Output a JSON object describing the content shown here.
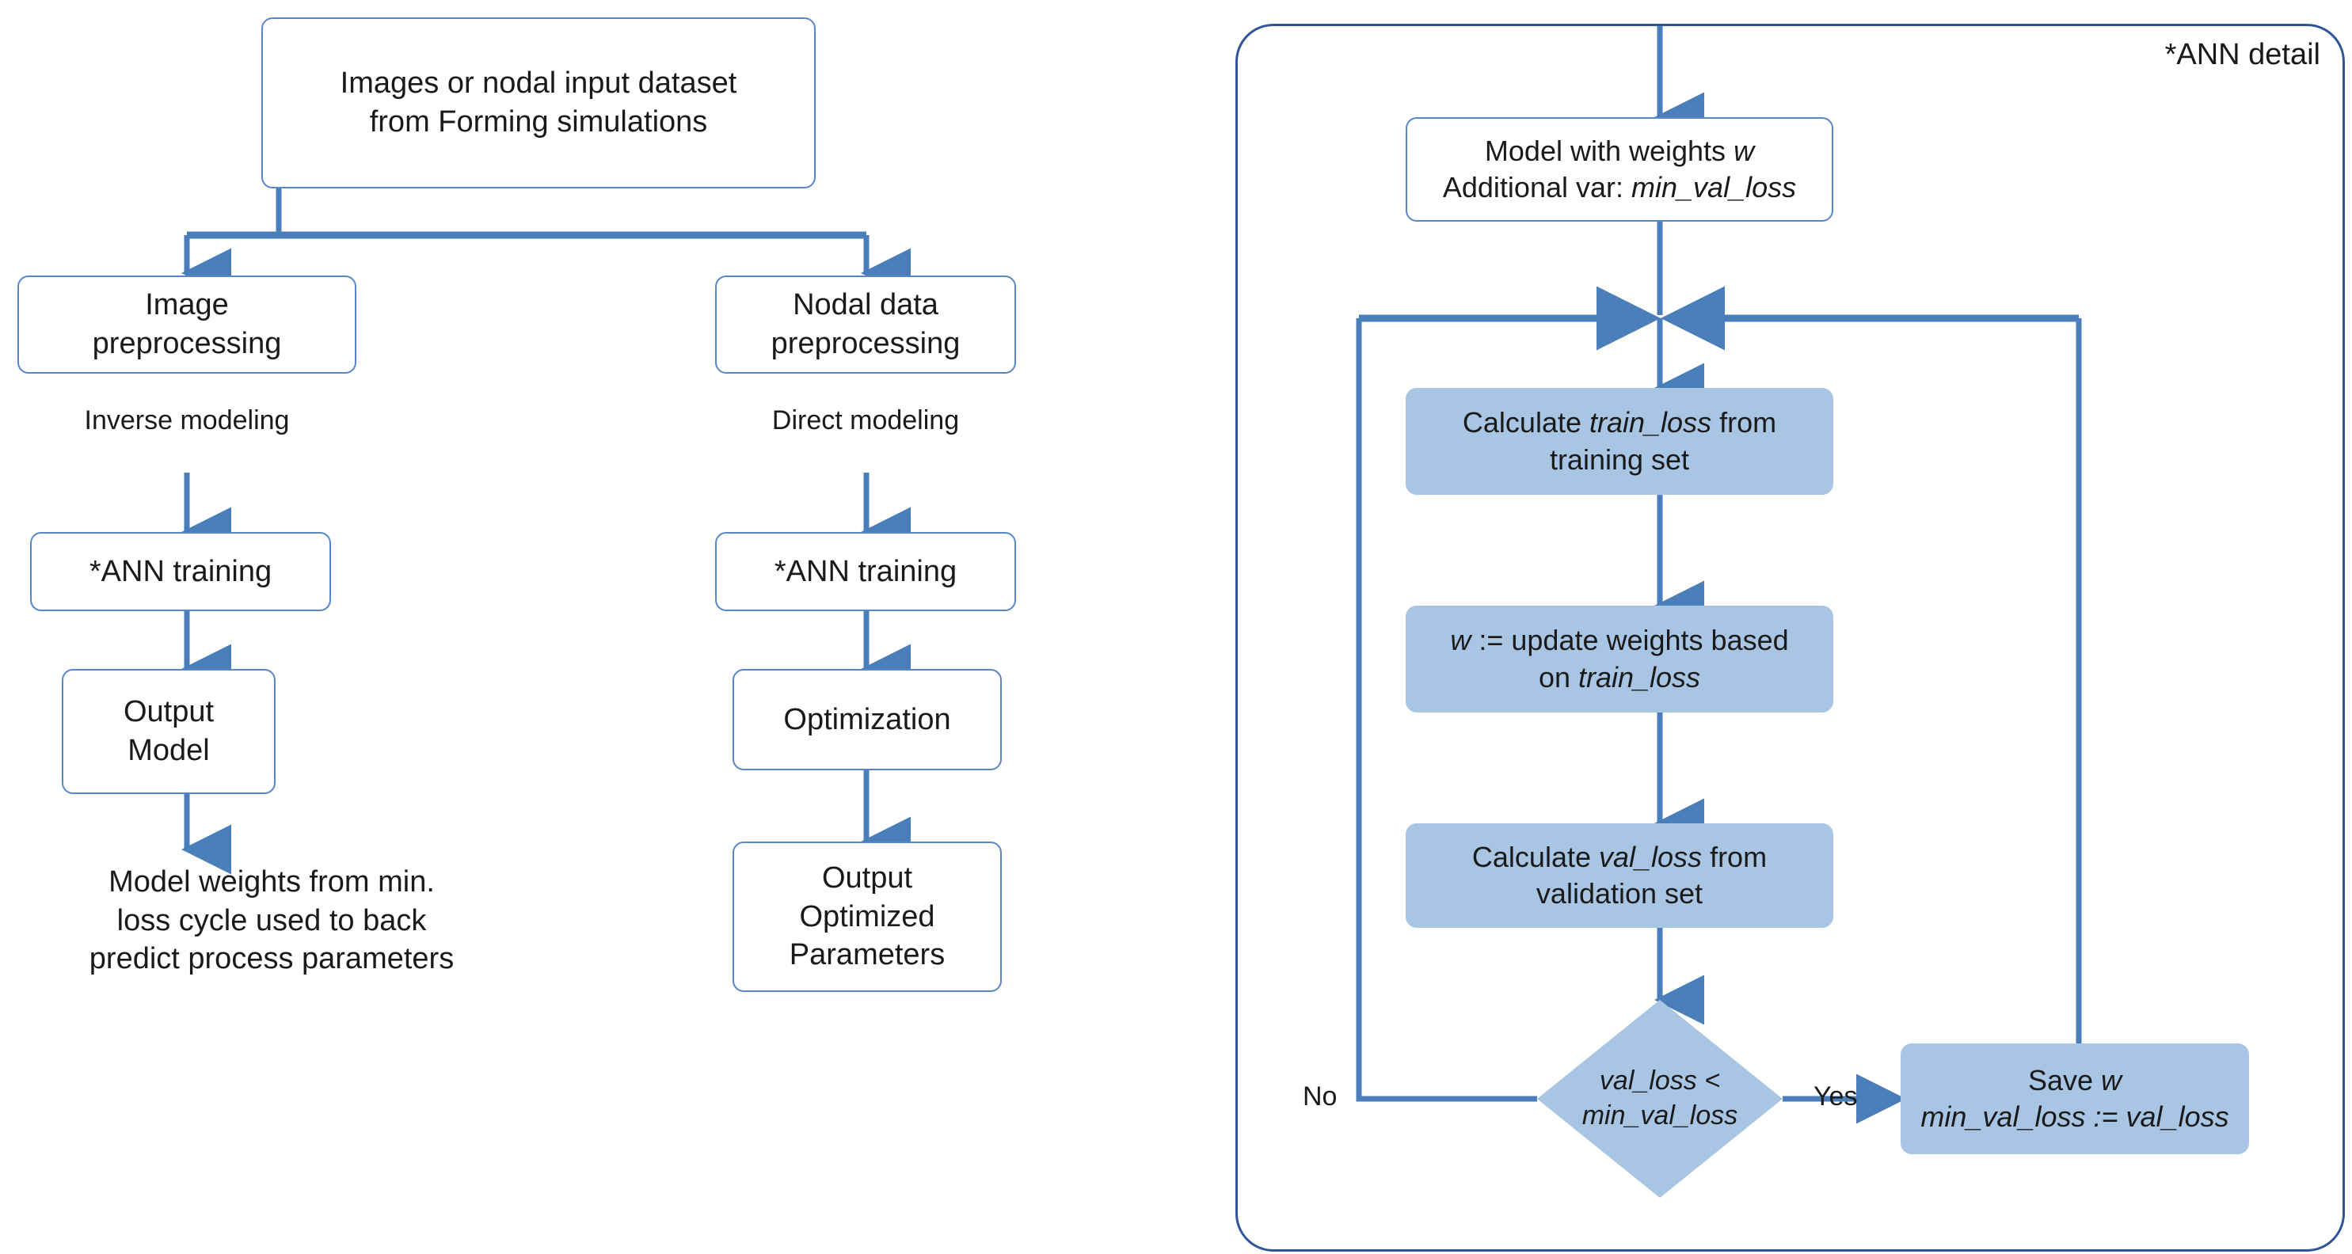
{
  "diagram": {
    "title": "ANN workflow flowchart",
    "colors": {
      "connector_blue": "#4a7ebb",
      "box_border_blue": "#5b86c6",
      "process_fill_blue": "#a8c5e4",
      "panel_border_blue": "#2f5597",
      "text_black": "#1a1a1a",
      "background": "#ffffff"
    }
  },
  "left_flow": {
    "input_node": {
      "line1": "Images or nodal input dataset",
      "line2": "from Forming simulations"
    },
    "branches": [
      {
        "preprocess": {
          "line1": "Image",
          "line2": "preprocessing"
        },
        "edge_label": "Inverse modeling",
        "training": "*ANN training",
        "result": {
          "line1": "Output",
          "line2": "Model"
        },
        "footer": {
          "line1": "Model weights from min.",
          "line2": "loss cycle used to back",
          "line3": "predict process parameters"
        }
      },
      {
        "preprocess": {
          "line1": "Nodal data",
          "line2": "preprocessing"
        },
        "edge_label": "Direct modeling",
        "training": "*ANN training",
        "optimization": "Optimization",
        "result": {
          "line1": "Output",
          "line2": "Optimized",
          "line3": "Parameters"
        }
      }
    ]
  },
  "ann_detail": {
    "panel_title": "*ANN detail",
    "model_node": {
      "line1_prefix": "Model with weights ",
      "line1_var": "w",
      "line2_prefix": "Additional var: ",
      "line2_var": "min_val_loss"
    },
    "step_train_loss": {
      "prefix": "Calculate ",
      "var": "train_loss",
      "suffix": " from",
      "line2": "training set"
    },
    "step_update_weights": {
      "var_w": "w",
      "text": " := update weights based",
      "line2_prefix": "on ",
      "line2_var": "train_loss"
    },
    "step_val_loss": {
      "prefix": "Calculate ",
      "var": "val_loss",
      "suffix": " from",
      "line2": "validation set"
    },
    "decision": {
      "line1": "val_loss <",
      "line2": "min_val_loss",
      "label_no": "No",
      "label_yes": "Yes"
    },
    "save_node": {
      "line1_prefix": "Save ",
      "line1_var": "w",
      "line2": "min_val_loss := val_loss"
    }
  }
}
